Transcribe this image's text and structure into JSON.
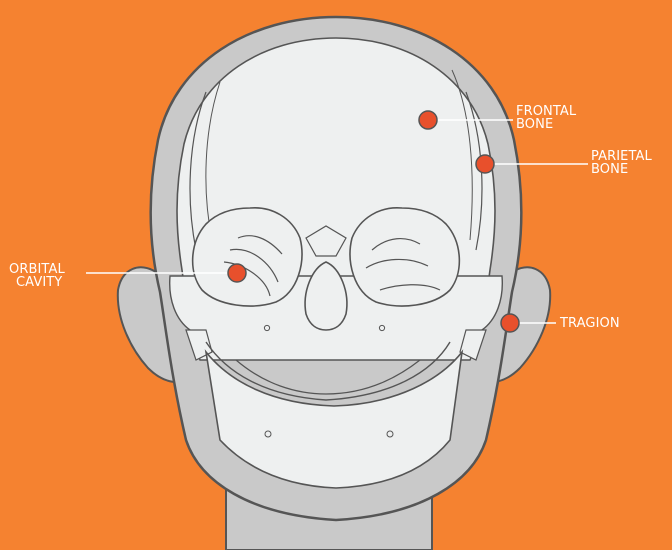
{
  "colors": {
    "background": "#f58230",
    "head": "#c9c9c9",
    "skull": "#eef0f0",
    "outline": "#555555",
    "marker": "#e8502c",
    "label_text": "#ffffff"
  },
  "labels": {
    "frontal_bone": {
      "line1": "FRONTAL",
      "line2": "BONE"
    },
    "parietal_bone": {
      "line1": "PARIETAL",
      "line2": "BONE"
    },
    "orbital_cavity": {
      "line1": "ORBITAL",
      "line2": "CAVITY"
    },
    "tragion": {
      "line1": "TRAGION"
    }
  }
}
